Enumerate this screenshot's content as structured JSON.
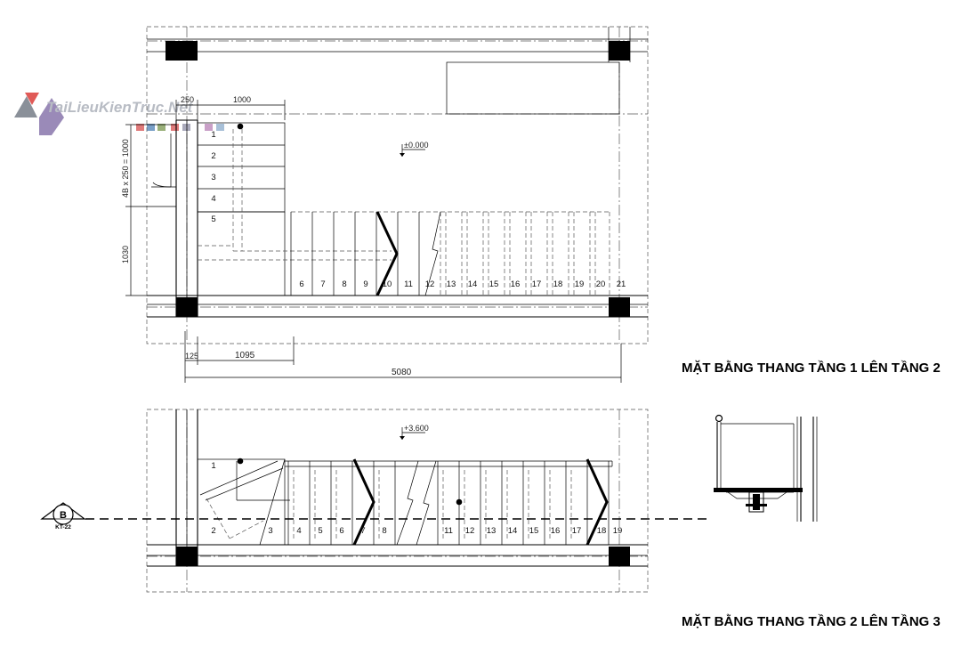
{
  "watermark": {
    "text": "TaiLieuKienTruc.Net"
  },
  "plan1": {
    "title": "MẶT BẰNG THANG TẦNG 1 LÊN TẦNG 2",
    "level": "±0.000",
    "dims": {
      "top_a": "250",
      "top_b": "1000",
      "left_a": "4B x 250 = 1000",
      "left_b": "1030",
      "bottom_a": "125",
      "bottom_b": "1095",
      "bottom_total": "5080"
    },
    "steps_vertical": [
      "1",
      "2",
      "3",
      "4",
      "5"
    ],
    "steps_horizontal": [
      "6",
      "7",
      "8",
      "9",
      "10",
      "11",
      "12",
      "13",
      "14",
      "15",
      "16",
      "17",
      "18",
      "19",
      "20",
      "21"
    ]
  },
  "plan2": {
    "title": "MẶT BẰNG THANG TẦNG 2 LÊN TẦNG 3",
    "level": "+3.600",
    "section_mark": {
      "letter": "B",
      "ref": "KT-22"
    },
    "steps": [
      "1",
      "2",
      "3",
      "4",
      "5",
      "6",
      "7",
      "8",
      "11",
      "12",
      "13",
      "14",
      "15",
      "16",
      "17",
      "18",
      "19"
    ]
  }
}
